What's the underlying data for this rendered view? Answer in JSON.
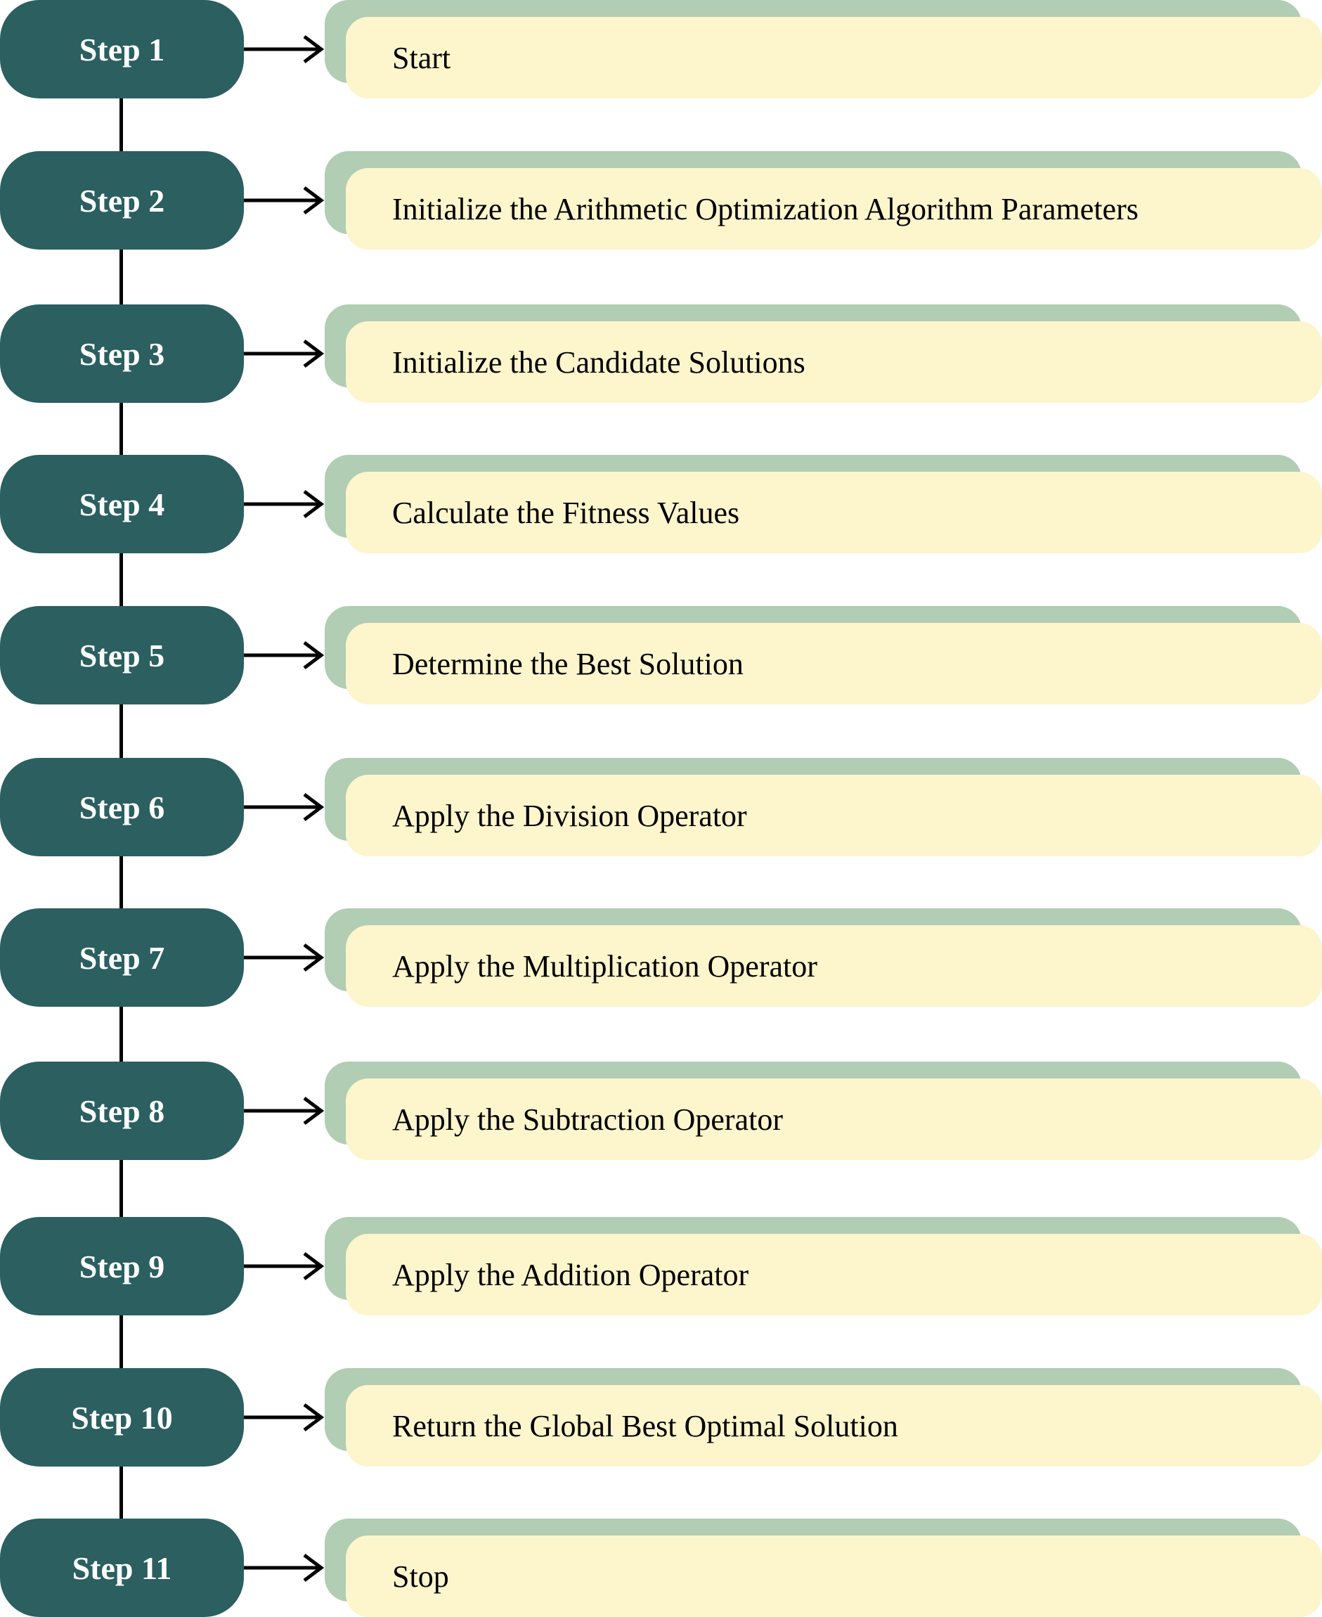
{
  "steps": [
    {
      "label": "Step 1",
      "text": "Start"
    },
    {
      "label": "Step 2",
      "text": "Initialize the Arithmetic Optimization Algorithm Parameters"
    },
    {
      "label": "Step 3",
      "text": "Initialize the Candidate Solutions"
    },
    {
      "label": "Step 4",
      "text": "Calculate the Fitness Values"
    },
    {
      "label": "Step 5",
      "text": "Determine the Best Solution"
    },
    {
      "label": "Step 6",
      "text": "Apply the Division Operator"
    },
    {
      "label": "Step 7",
      "text": "Apply the Multiplication Operator"
    },
    {
      "label": "Step 8",
      "text": "Apply the Subtraction Operator"
    },
    {
      "label": "Step 9",
      "text": "Apply the Addition Operator"
    },
    {
      "label": "Step 10",
      "text": "Return the Global Best Optimal Solution"
    },
    {
      "label": "Step 11",
      "text": "Stop"
    }
  ],
  "colors": {
    "step_fill": "#2b5f60",
    "card_back": "#b1cdb4",
    "card_front": "#fdf5cc",
    "connector": "#000000"
  }
}
